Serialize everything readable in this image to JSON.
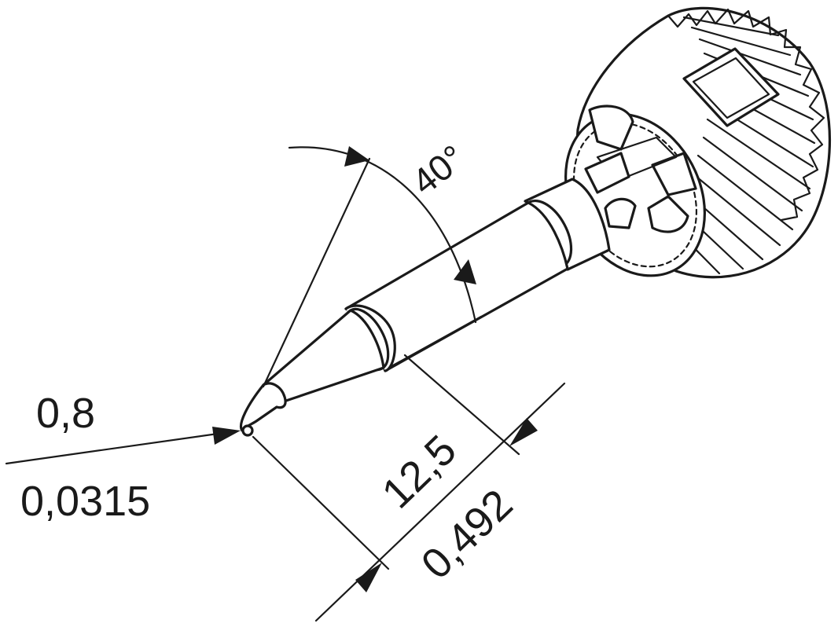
{
  "tip_width": {
    "metric": "0,8",
    "imperial": "0,0315"
  },
  "tip_length": {
    "metric": "12,5",
    "imperial": "0,492"
  },
  "taper_angle": "40°",
  "colors": {
    "line": "#1a1a1a",
    "background": "#ffffff"
  }
}
